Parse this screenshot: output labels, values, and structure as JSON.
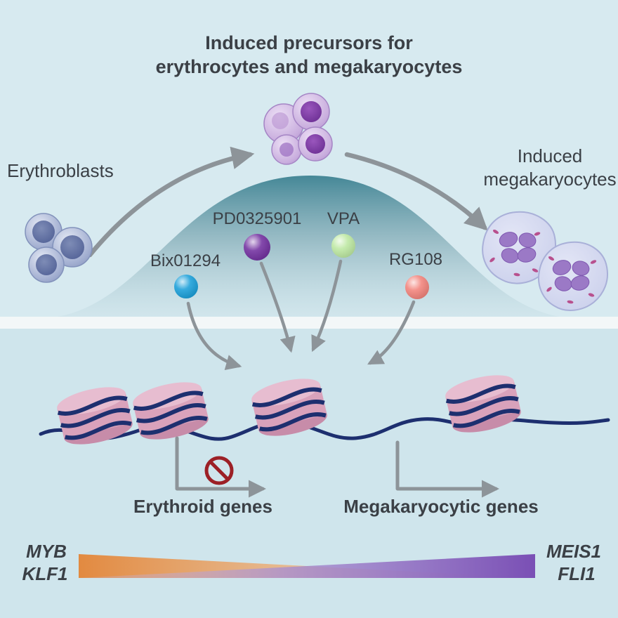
{
  "title": {
    "line1": "Induced precursors for",
    "line2": "erythrocytes and megakaryocytes"
  },
  "labels": {
    "erythroblasts": "Erythroblasts",
    "induced_megakaryocytes_line1": "Induced",
    "induced_megakaryocytes_line2": "megakaryocytes",
    "erythroid_genes": "Erythroid genes",
    "megakaryocytic_genes": "Megakaryocytic genes"
  },
  "molecules": [
    {
      "name": "Bix01294",
      "color": "#1a9fd9"
    },
    {
      "name": "PD0325901",
      "color": "#7230a0"
    },
    {
      "name": "VPA",
      "color": "#bde8a2"
    },
    {
      "name": "RG108",
      "color": "#f2837b"
    }
  ],
  "gradient_markers": {
    "left_top": "MYB",
    "left_bottom": "KLF1",
    "right_top": "MEIS1",
    "right_bottom": "FLI1"
  },
  "icons": {
    "prohibited_sign": "circle-slash"
  },
  "colors": {
    "background_top": "#d7eaf0",
    "background_bottom": "#cfe5ec",
    "divider_band": "#f3f7f8",
    "hill_teal": "#3d8292",
    "arrow_gray": "#8d9499",
    "dna_navy": "#1d2f6f",
    "nucleosome_pink": "#d9a2bb",
    "prohibition_red": "#9c2026",
    "erythroid_wedge_orange": "#e3873b",
    "megakaryocytic_wedge_purple": "#7a4fb5",
    "text": "#3b4046"
  }
}
